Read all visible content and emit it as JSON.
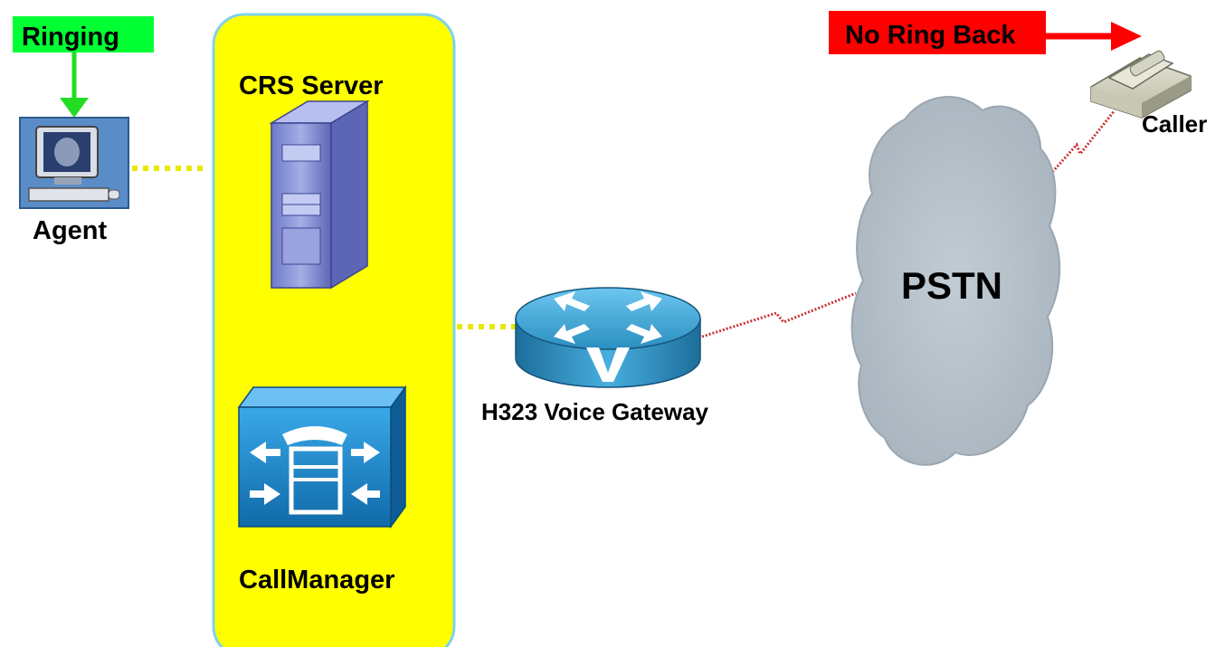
{
  "labels": {
    "ringing": "Ringing",
    "agent": "Agent",
    "crs_server": "CRS Server",
    "callmanager": "CallManager",
    "gateway": "H323 Voice Gateway",
    "pstn": "PSTN",
    "no_ring_back": "No Ring Back",
    "caller": "Caller"
  },
  "colors": {
    "ringing_box": "#00ff33",
    "ringing_arrow": "#22dd22",
    "no_ring_back_box": "#ff0000",
    "no_ring_back_arrow": "#ff0000",
    "server_panel": "#ffff00",
    "server_panel_border": "#7fd3e8",
    "dotted_link": "#e8e800",
    "serial_link": "#cc3333",
    "cloud": "#b8c3cc",
    "router": "#2a8fc0",
    "server": "#8c96d8",
    "callmanager": "#1e8fd0"
  },
  "icons": {
    "agent": "computer-workstation-icon",
    "crs_server": "server-tower-icon",
    "callmanager": "callmanager-icon",
    "gateway": "voice-gateway-router-icon",
    "pstn": "cloud-icon",
    "caller": "telephone-icon"
  }
}
